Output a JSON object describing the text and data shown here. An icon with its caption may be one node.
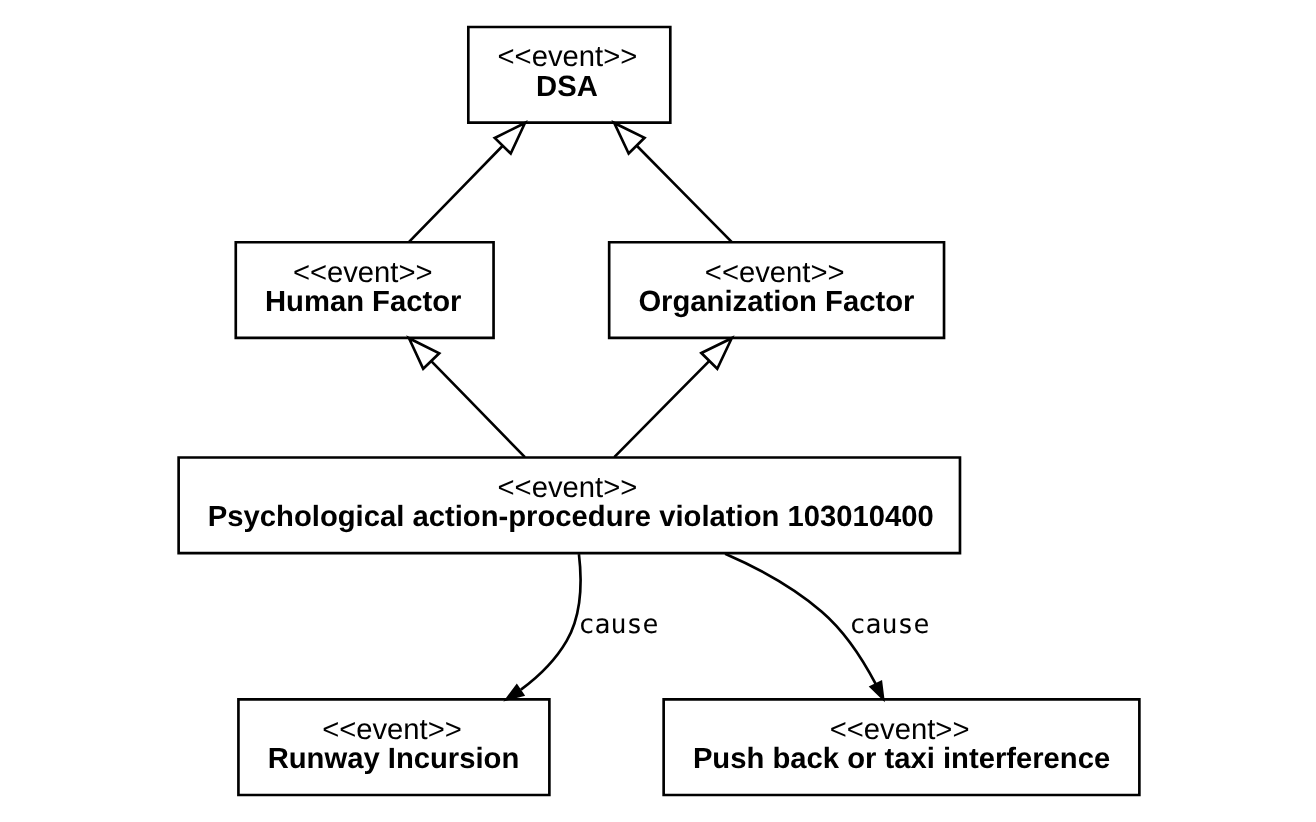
{
  "diagram": {
    "nodes": [
      {
        "text": [
          "<<event>>",
          "DSA"
        ]
      },
      {
        "text": [
          "<<event>>",
          "Human Factor"
        ]
      },
      {
        "text": [
          "<<event>>",
          "Organization Factor"
        ]
      },
      {
        "text": [
          "<<event>>",
          "Psychological action-procedure violation 103010400"
        ]
      },
      {
        "text": [
          "<<event>>",
          "Runway Incursion"
        ]
      },
      {
        "text": [
          "<<event>>",
          "Push back or taxi interference"
        ]
      }
    ],
    "edges": [
      {
        "from": 1,
        "to": 0,
        "arrow": "to"
      },
      {
        "from": 2,
        "to": 0,
        "arrow": "to"
      },
      {
        "from": 3,
        "to": 1,
        "arrow": "to"
      },
      {
        "from": 3,
        "to": 2,
        "arrow": "to"
      },
      {
        "from": 3,
        "to": 4,
        "arrow": "to",
        "label": "cause"
      },
      {
        "from": 3,
        "to": 5,
        "arrow": "to",
        "label": "cause"
      }
    ]
  }
}
